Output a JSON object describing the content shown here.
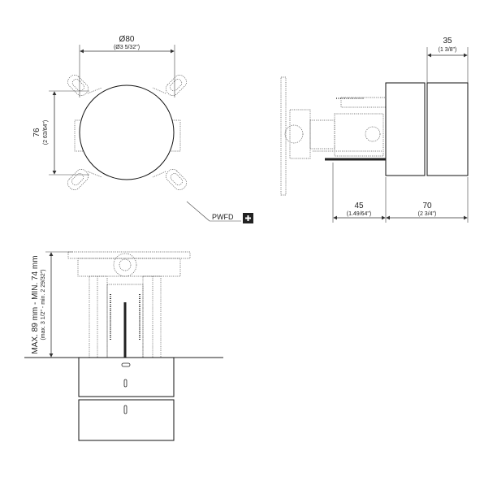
{
  "front_view": {
    "diameter_main": "Ø80",
    "diameter_sub": "(Ø3 5/32\")",
    "height_main": "76",
    "height_sub": "(2 63/64\")",
    "callout_label": "PWFD",
    "callout_icon": "plus-icon"
  },
  "side_view": {
    "top_dim_main": "35",
    "top_dim_sub": "(1 3/8\")",
    "left_dim_main": "45",
    "left_dim_sub": "(1.49/64\")",
    "right_dim_main": "70",
    "right_dim_sub": "(2 3/4\")"
  },
  "bottom_view": {
    "vertical_dim_main": "MAX. 89 mm - MIN. 74 mm",
    "vertical_dim_sub": "(max. 3 1/2\" - min. 2 29/32\")"
  }
}
